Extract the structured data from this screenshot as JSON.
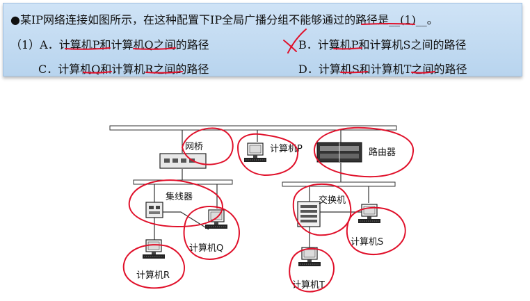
{
  "question": {
    "bullet": "●",
    "title": "某IP网络连接如图所示，在这种配置下IP全局广播分组不能够通过的路径是__(1)__。",
    "option_a": "（1）A．计算机P和计算机Q之间的路径",
    "option_b": "B．计算机P和计算机S之间的路径",
    "option_c": "C．计算机Q和计算机R之间的路径",
    "option_d": "D．计算机S和计算机T之间的路径"
  },
  "diagram": {
    "labels": {
      "bridge": "网桥",
      "computer_p": "计算机P",
      "router": "路由器",
      "hub": "集线器",
      "switch": "交换机",
      "computer_q": "计算机Q",
      "computer_r": "计算机R",
      "computer_s": "计算机S",
      "computer_t": "计算机T"
    }
  },
  "colors": {
    "question_bg": "#c4dcf2",
    "annotation_ink": "#e0102a"
  }
}
